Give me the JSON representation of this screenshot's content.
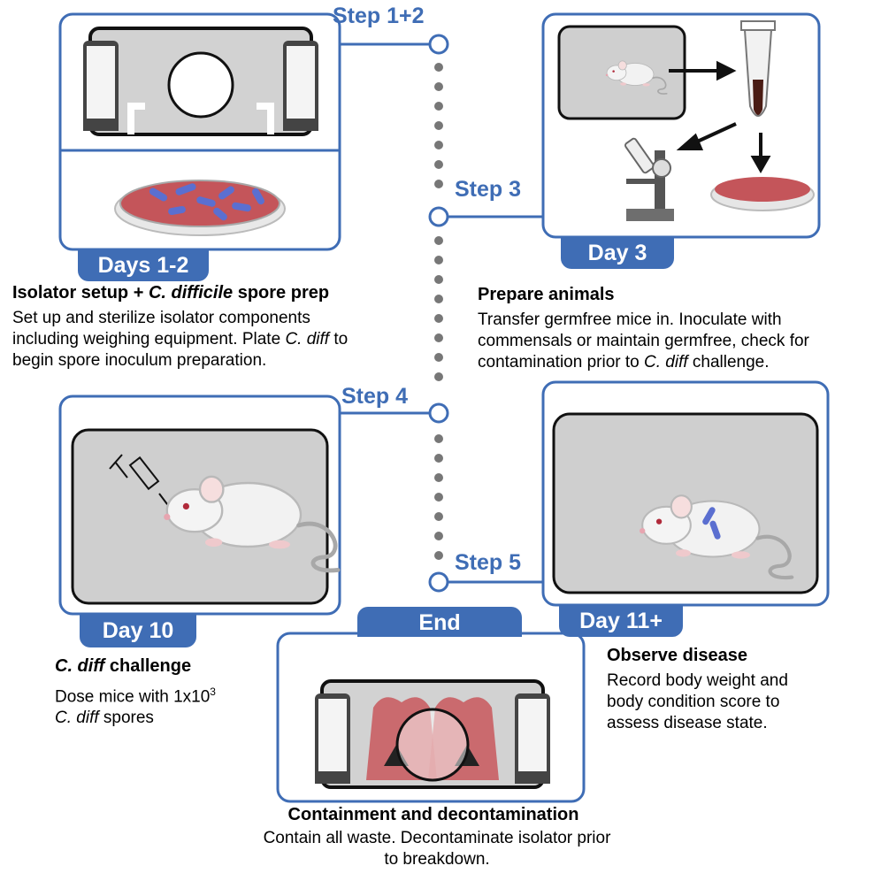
{
  "steps": {
    "s12": "Step 1+2",
    "s3": "Step 3",
    "s4": "Step 4",
    "s5": "Step 5"
  },
  "days": {
    "d12": "Days 1-2",
    "d3": "Day 3",
    "d10": "Day 10",
    "d11": "Day 11+",
    "end": "End"
  },
  "panels": {
    "isolator": {
      "title_a": "Isolator setup + ",
      "title_b": "C. difficile",
      "title_c": " spore prep",
      "line1": "Set up and sterilize isolator components",
      "line2": "including weighing equipment. Plate ",
      "line2_italic": "C. diff",
      "line2_end": " to",
      "line3": "begin spore inoculum preparation."
    },
    "prepare": {
      "title": "Prepare animals",
      "line1": "Transfer germfree mice in. Inoculate with",
      "line2": "commensals or maintain germfree, check for",
      "line3": "contamination prior to ",
      "line3_italic": "C. diff",
      "line3_end": " challenge."
    },
    "challenge": {
      "title_a": "C. diff",
      "title_b": " challenge",
      "line1": "Dose mice with 1x10",
      "line1_sup": "3",
      "line2_italic": "C. diff",
      "line2_end": " spores"
    },
    "observe": {
      "title": "Observe disease",
      "line1": "Record body weight and",
      "line2": "body condition score to",
      "line3": "assess disease state."
    },
    "containment": {
      "title": "Containment and decontamination",
      "line1": "Contain all waste. Decontaminate isolator prior",
      "line2": "to breakdown."
    }
  },
  "colors": {
    "accent": "#3f6db5",
    "agar": "#c4555a",
    "box_gray": "#cfcfcf",
    "bacteria": "#5b6fd0"
  }
}
